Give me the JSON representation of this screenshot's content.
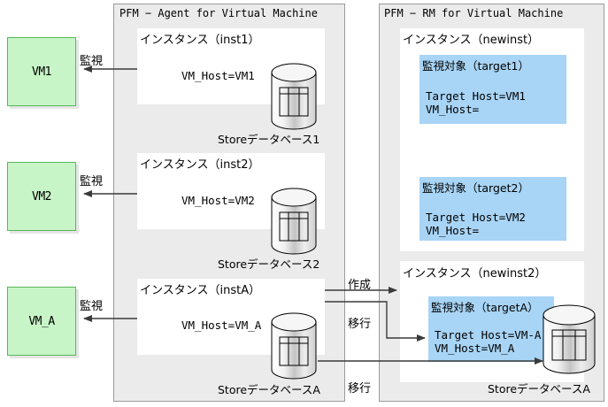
{
  "panels": [
    {
      "id": "agent",
      "title": "PFM − Agent for Virtual Machine"
    },
    {
      "id": "rm",
      "title": "PFM − RM for Virtual Machine"
    }
  ],
  "vms": [
    {
      "label": "VM1",
      "monitor_label": "監視"
    },
    {
      "label": "VM2",
      "monitor_label": "監視"
    },
    {
      "label": "VM_A",
      "monitor_label": "監視"
    }
  ],
  "agent_instances": [
    {
      "title": "インスタンス（inst1）",
      "attr": "VM_Host=VM1",
      "db_caption": "Storeデータベース1"
    },
    {
      "title": "インスタンス（inst2）",
      "attr": "VM_Host=VM2",
      "db_caption": "Storeデータベース2"
    },
    {
      "title": "インスタンス（instA）",
      "attr": "VM_Host=VM_A",
      "db_caption": "StoreデータベースA"
    }
  ],
  "rm_instances": [
    {
      "title": "インスタンス（newinst）",
      "targets": [
        {
          "title": "監視対象（target1）",
          "line1": "Target Host=VM1",
          "line2": "VM_Host="
        },
        {
          "title": "監視対象（target2）",
          "line1": "Target Host=VM2",
          "line2": "VM_Host="
        }
      ]
    },
    {
      "title": "インスタンス（newinst2）",
      "db_caption": "StoreデータベースA",
      "targets": [
        {
          "title": "監視対象（targetA）",
          "line1": "Target Host=VM-A",
          "line2": "VM_Host=VM_A"
        }
      ]
    }
  ],
  "flows": [
    {
      "id": "create",
      "label": "作成"
    },
    {
      "id": "migrate-instance",
      "label": "移行"
    },
    {
      "id": "migrate-store",
      "label": "移行"
    }
  ],
  "colors": {
    "panel_bg": "#ebebeb",
    "panel_border": "#9a9a9a",
    "instance_bg": "#ffffff",
    "target_bg": "#a8d4f5",
    "vm_bg": "#c8f5c8",
    "vm_border": "#57b857",
    "arrow": "#3a3a3a",
    "text": "#000000"
  }
}
